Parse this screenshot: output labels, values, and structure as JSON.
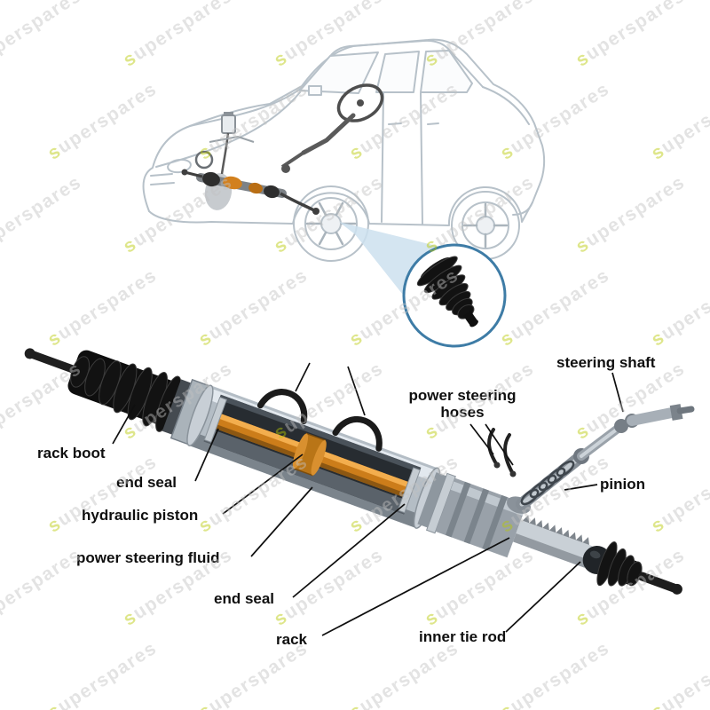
{
  "watermark": {
    "prefix": "s",
    "rest": "uperspares"
  },
  "labels": {
    "rack_boot": "rack boot",
    "end_seal_left": "end seal",
    "hydraulic_piston": "hydraulic piston",
    "power_steering_fluid": "power steering fluid",
    "end_seal_right": "end seal",
    "rack": "rack",
    "power_steering_hoses": "power steering hoses",
    "steering_shaft": "steering shaft",
    "pinion": "pinion",
    "inner_tie_rod": "inner tie rod"
  },
  "colors": {
    "watermark_s": "#b8c900",
    "watermark_gray": "#c2c2c2",
    "callout_ring": "#3e7ca6",
    "callout_beam": "#cde1ef",
    "piston_orange": "#cc7d1a",
    "label_text": "#0f0f0f",
    "car_line": "#b7c1c9"
  }
}
